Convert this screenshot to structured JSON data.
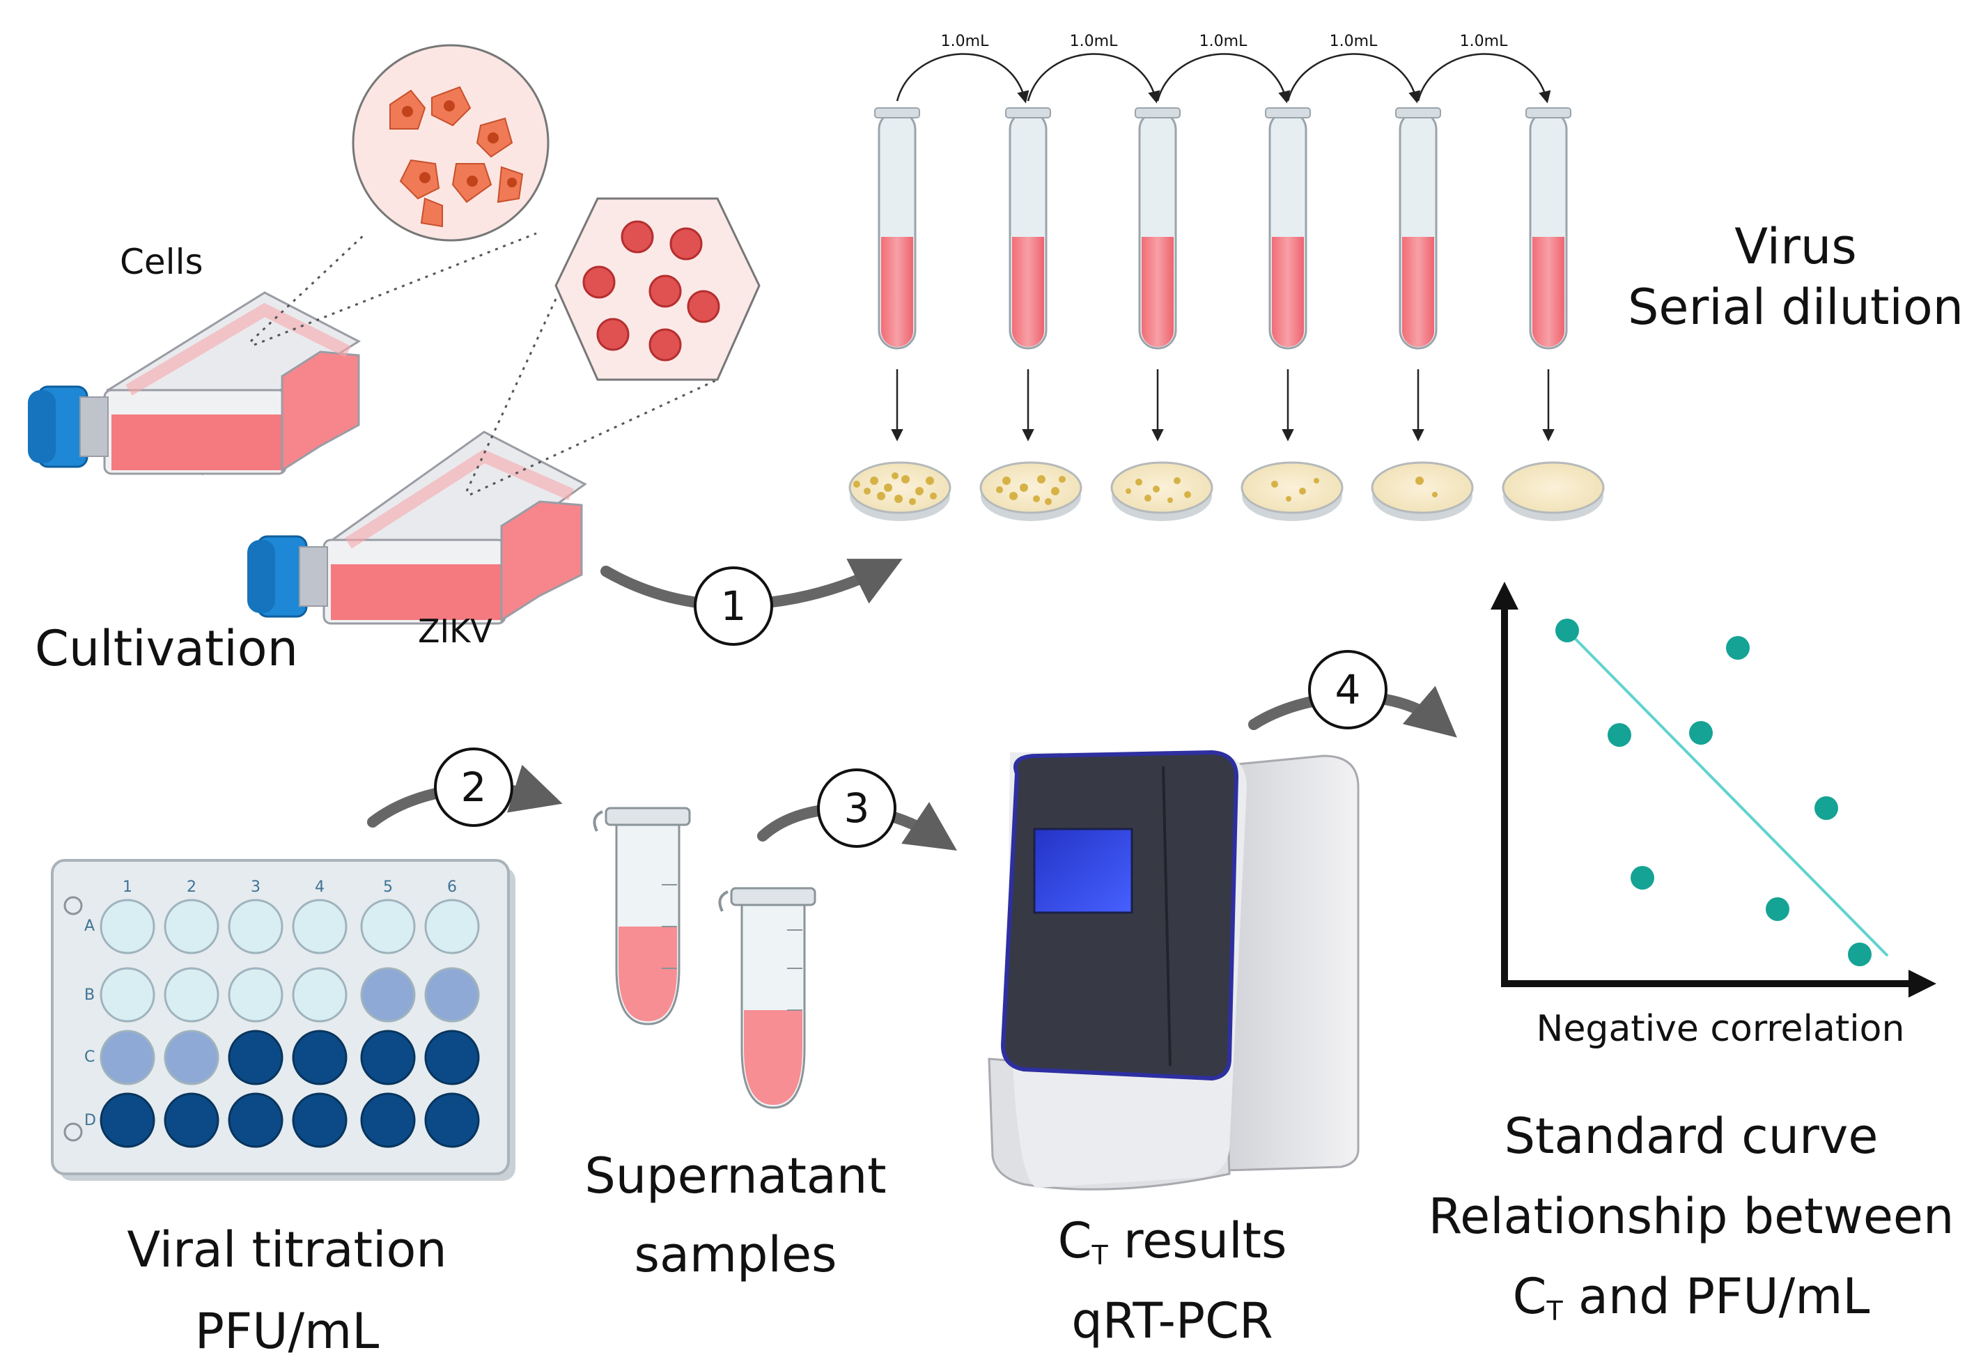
{
  "cultivation": {
    "cells_label": "Cells",
    "virus_label": "ZIKV",
    "title": "Cultivation"
  },
  "serial_dilution": {
    "title_line1": "Virus",
    "title_line2": "Serial dilution",
    "transfer_labels": [
      "1.0mL",
      "1.0mL",
      "1.0mL",
      "1.0mL",
      "1.0mL"
    ]
  },
  "steps": [
    "1",
    "2",
    "3",
    "4"
  ],
  "viral_titration": {
    "line1": "Viral titration",
    "line2": "PFU/mL",
    "columns": [
      "1",
      "2",
      "3",
      "4",
      "5",
      "6"
    ],
    "rows": [
      "A",
      "B",
      "C",
      "D"
    ]
  },
  "supernatant": {
    "line1": "Supernatant",
    "line2": "samples"
  },
  "qrtpcr": {
    "ct_main": "C",
    "ct_sub": "T",
    "line1_rest": " results",
    "line2": "qRT-PCR"
  },
  "standard_curve": {
    "xlabel": "Negative correlation",
    "line1": "Standard curve",
    "line2": "Relationship between",
    "ct_main": "C",
    "ct_sub": "T",
    "line3_rest": " and PFU/mL"
  },
  "colors": {
    "medium_pink": "#f47a80",
    "cap_blue": "#1e88d6",
    "well_light": "#d8eef2",
    "well_mid": "#8fa9d6",
    "well_dark": "#0b4a86",
    "scatter_teal": "#14a394",
    "trend_line": "#5fd3cf",
    "arrow_grey": "#666666"
  }
}
